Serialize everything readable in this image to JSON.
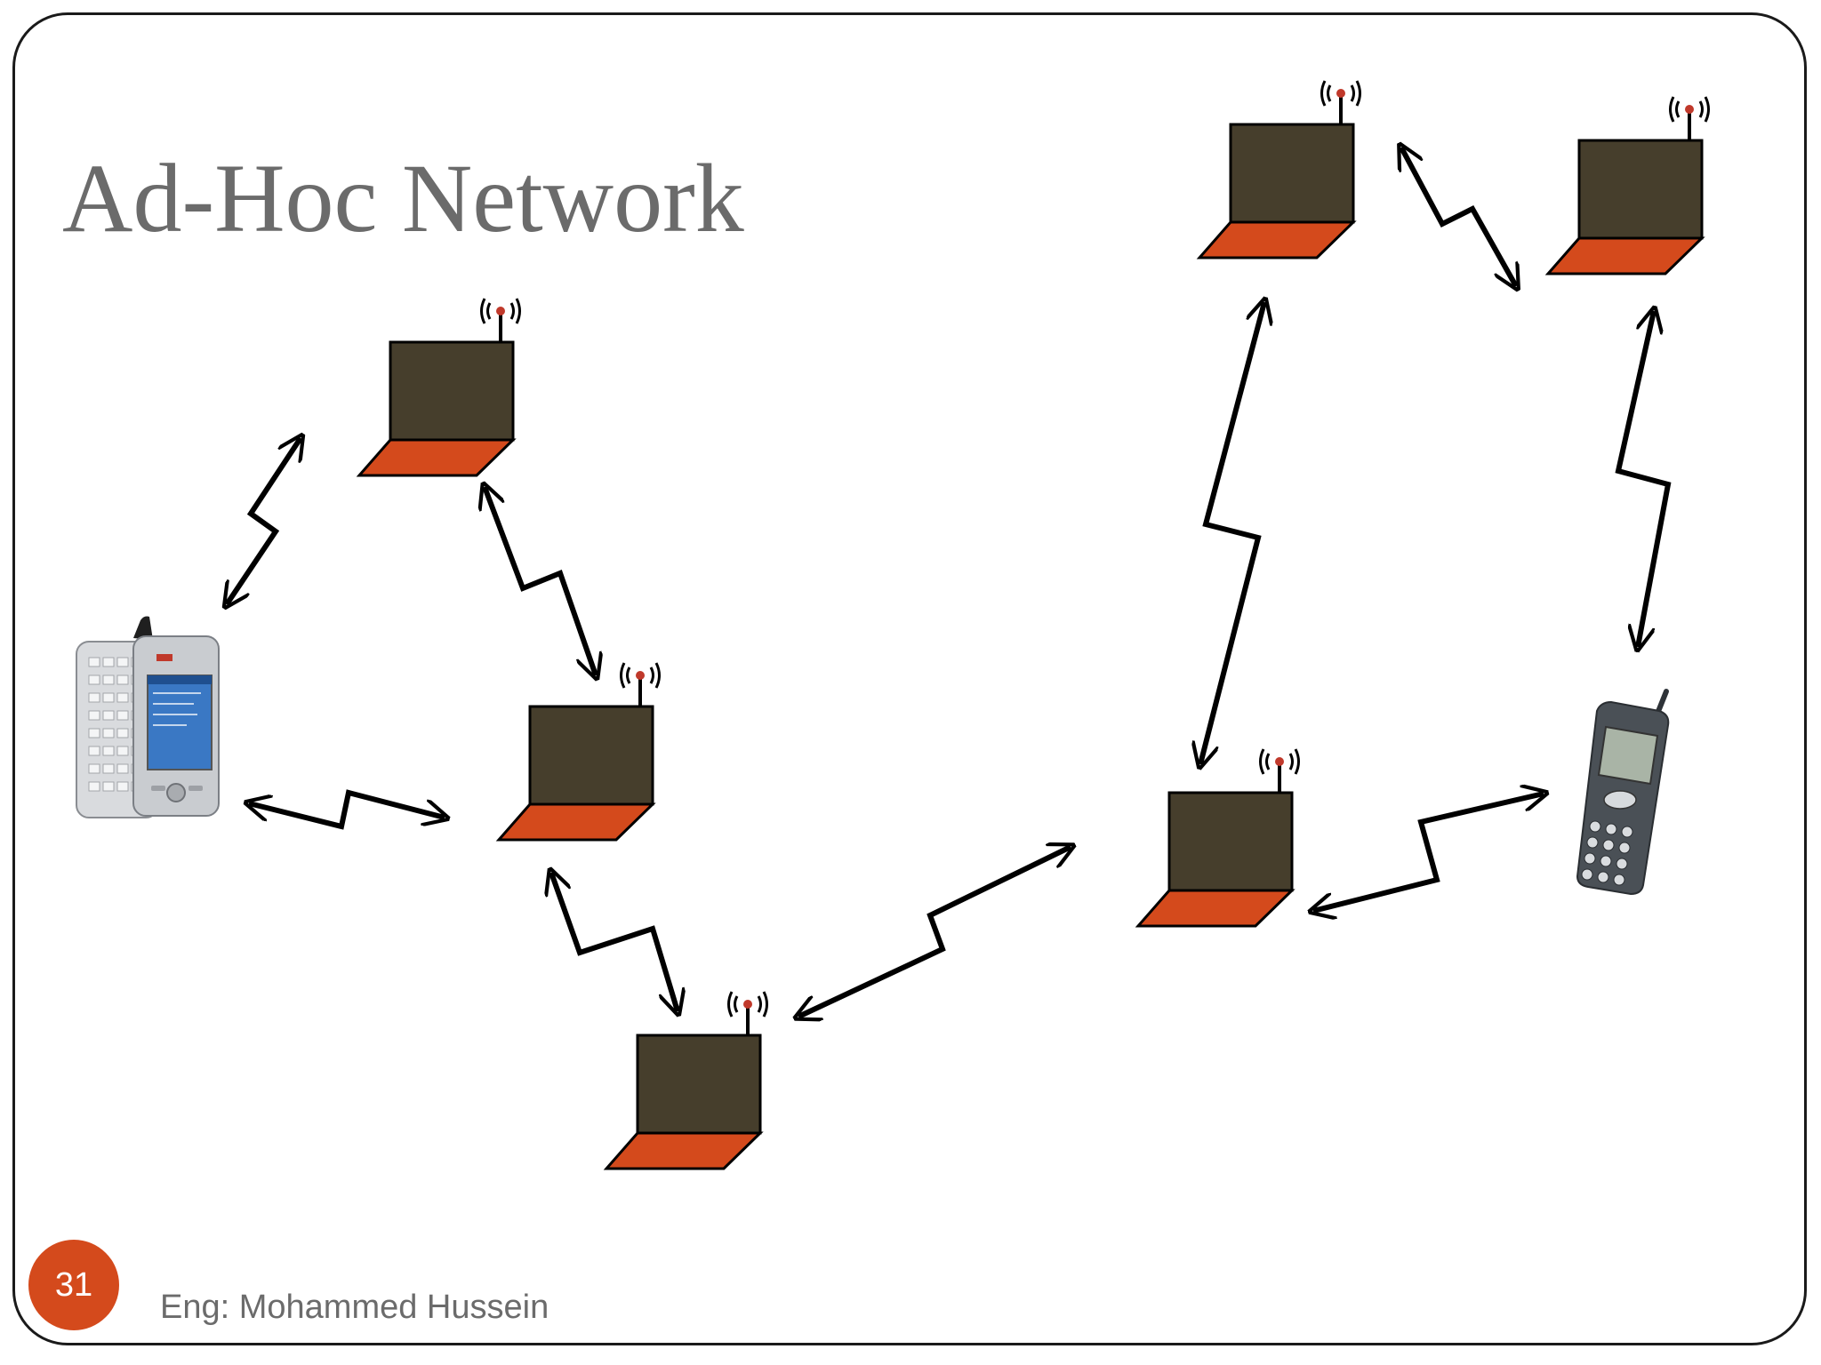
{
  "slide": {
    "title": "Ad-Hoc Network",
    "page_number": "31",
    "footer": "Eng: Mohammed Hussein"
  },
  "colors": {
    "laptop_screen": "#463e2c",
    "laptop_base": "#d44a1c",
    "badge": "#d44a1c",
    "title_text": "#6b6b6b",
    "link_arrow": "#000000"
  },
  "diagram": {
    "nodes": [
      {
        "id": "smartphone-pda",
        "kind": "pda-phone"
      },
      {
        "id": "laptop-1",
        "kind": "wireless-laptop"
      },
      {
        "id": "laptop-2",
        "kind": "wireless-laptop"
      },
      {
        "id": "laptop-3",
        "kind": "wireless-laptop"
      },
      {
        "id": "laptop-4",
        "kind": "wireless-laptop"
      },
      {
        "id": "laptop-5",
        "kind": "wireless-laptop"
      },
      {
        "id": "laptop-6",
        "kind": "wireless-laptop"
      },
      {
        "id": "cordless-phone",
        "kind": "mobile-phone"
      }
    ],
    "links": [
      {
        "from": "smartphone-pda",
        "to": "laptop-1",
        "style": "lightning-bidirectional"
      },
      {
        "from": "laptop-1",
        "to": "laptop-2",
        "style": "lightning-bidirectional"
      },
      {
        "from": "smartphone-pda",
        "to": "laptop-2",
        "style": "lightning-bidirectional"
      },
      {
        "from": "laptop-2",
        "to": "laptop-3",
        "style": "lightning-bidirectional"
      },
      {
        "from": "laptop-3",
        "to": "laptop-4",
        "style": "lightning-bidirectional"
      },
      {
        "from": "laptop-4",
        "to": "laptop-5",
        "style": "lightning-bidirectional"
      },
      {
        "from": "laptop-5",
        "to": "laptop-6",
        "style": "lightning-bidirectional"
      },
      {
        "from": "laptop-6",
        "to": "cordless-phone",
        "style": "lightning-bidirectional"
      },
      {
        "from": "cordless-phone",
        "to": "laptop-4",
        "style": "lightning-bidirectional"
      }
    ]
  }
}
